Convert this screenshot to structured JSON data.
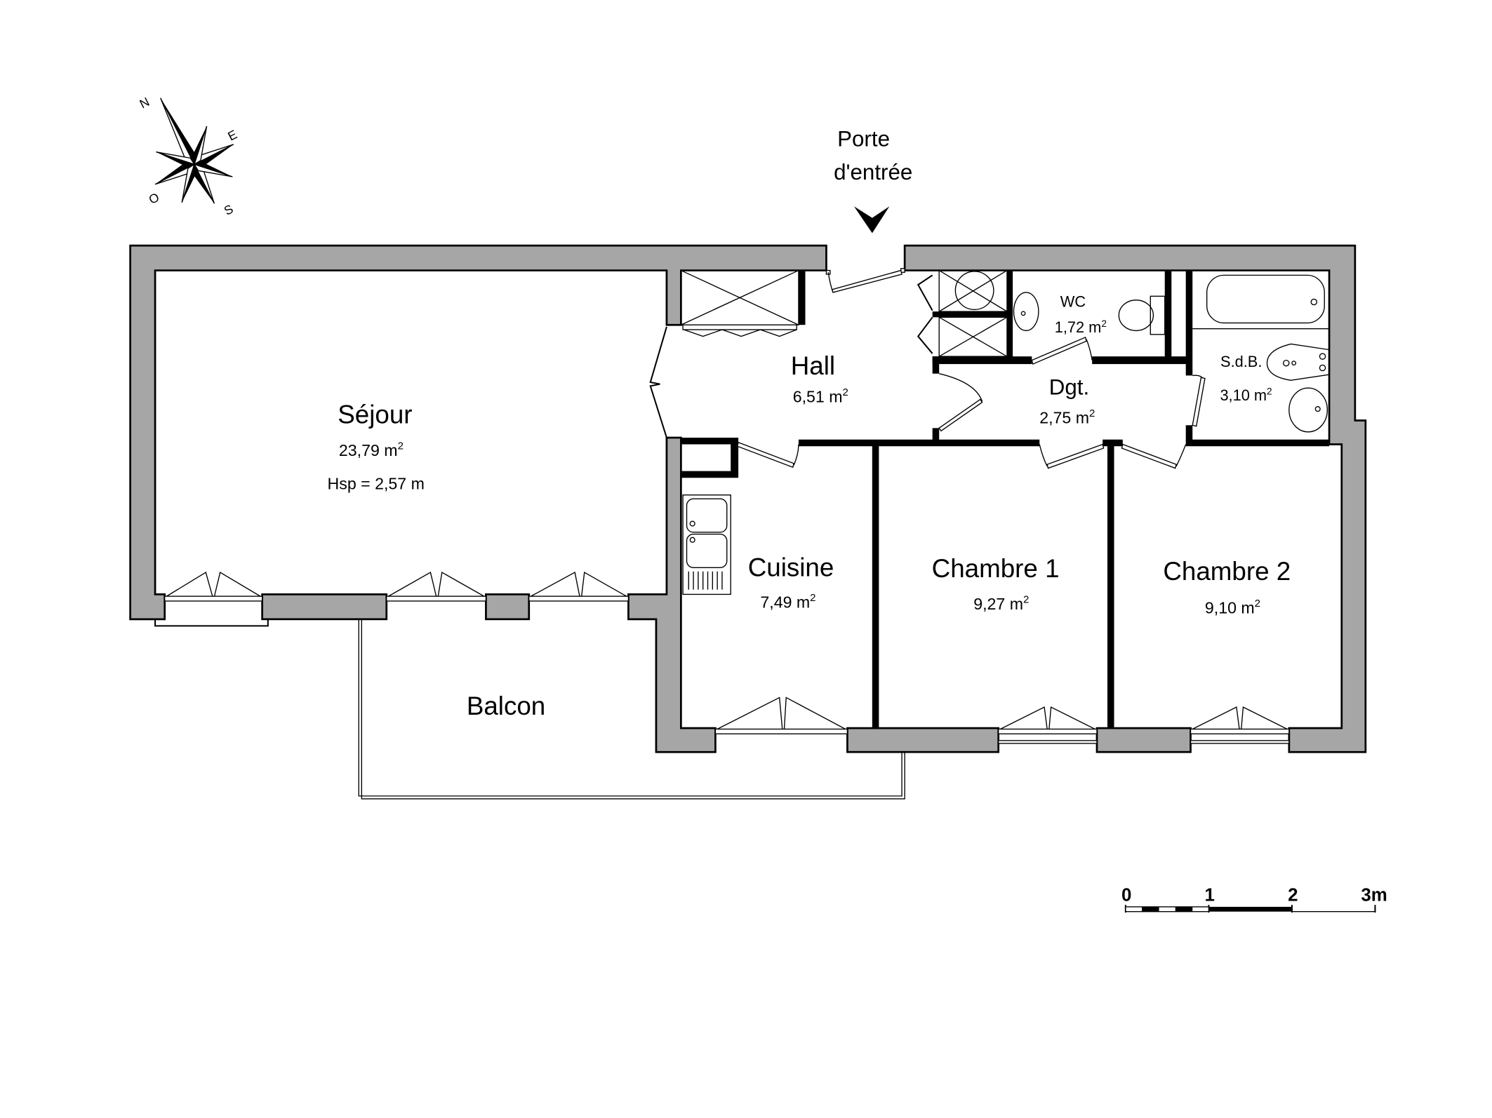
{
  "entrance": {
    "line1": "Porte",
    "line2": "d'entrée",
    "arrow_icon": "arrow-down-icon"
  },
  "compass": {
    "north": "N",
    "east": "E",
    "south": "S",
    "west": "O",
    "icon": "compass-rose-icon"
  },
  "rooms": {
    "sejour": {
      "name": "Séjour",
      "area": "23,79 m",
      "height": "Hsp = 2,57 m"
    },
    "hall": {
      "name": "Hall",
      "area": "6,51 m"
    },
    "wc": {
      "name": "WC",
      "area": "1,72 m"
    },
    "dgt": {
      "name": "Dgt.",
      "area": "2,75 m"
    },
    "sdb": {
      "name": "S.d.B.",
      "area": "3,10 m"
    },
    "cuisine": {
      "name": "Cuisine",
      "area": "7,49 m"
    },
    "chambre1": {
      "name": "Chambre 1",
      "area": "9,27 m"
    },
    "chambre2": {
      "name": "Chambre 2",
      "area": "9,10 m"
    },
    "balcon": {
      "name": "Balcon"
    }
  },
  "area_unit_sup": "2",
  "scale_bar": {
    "labels": [
      "0",
      "1",
      "2",
      "3m"
    ]
  },
  "colors": {
    "wall_fill": "#a6a6a6",
    "partition": "#000000",
    "background": "#ffffff"
  }
}
